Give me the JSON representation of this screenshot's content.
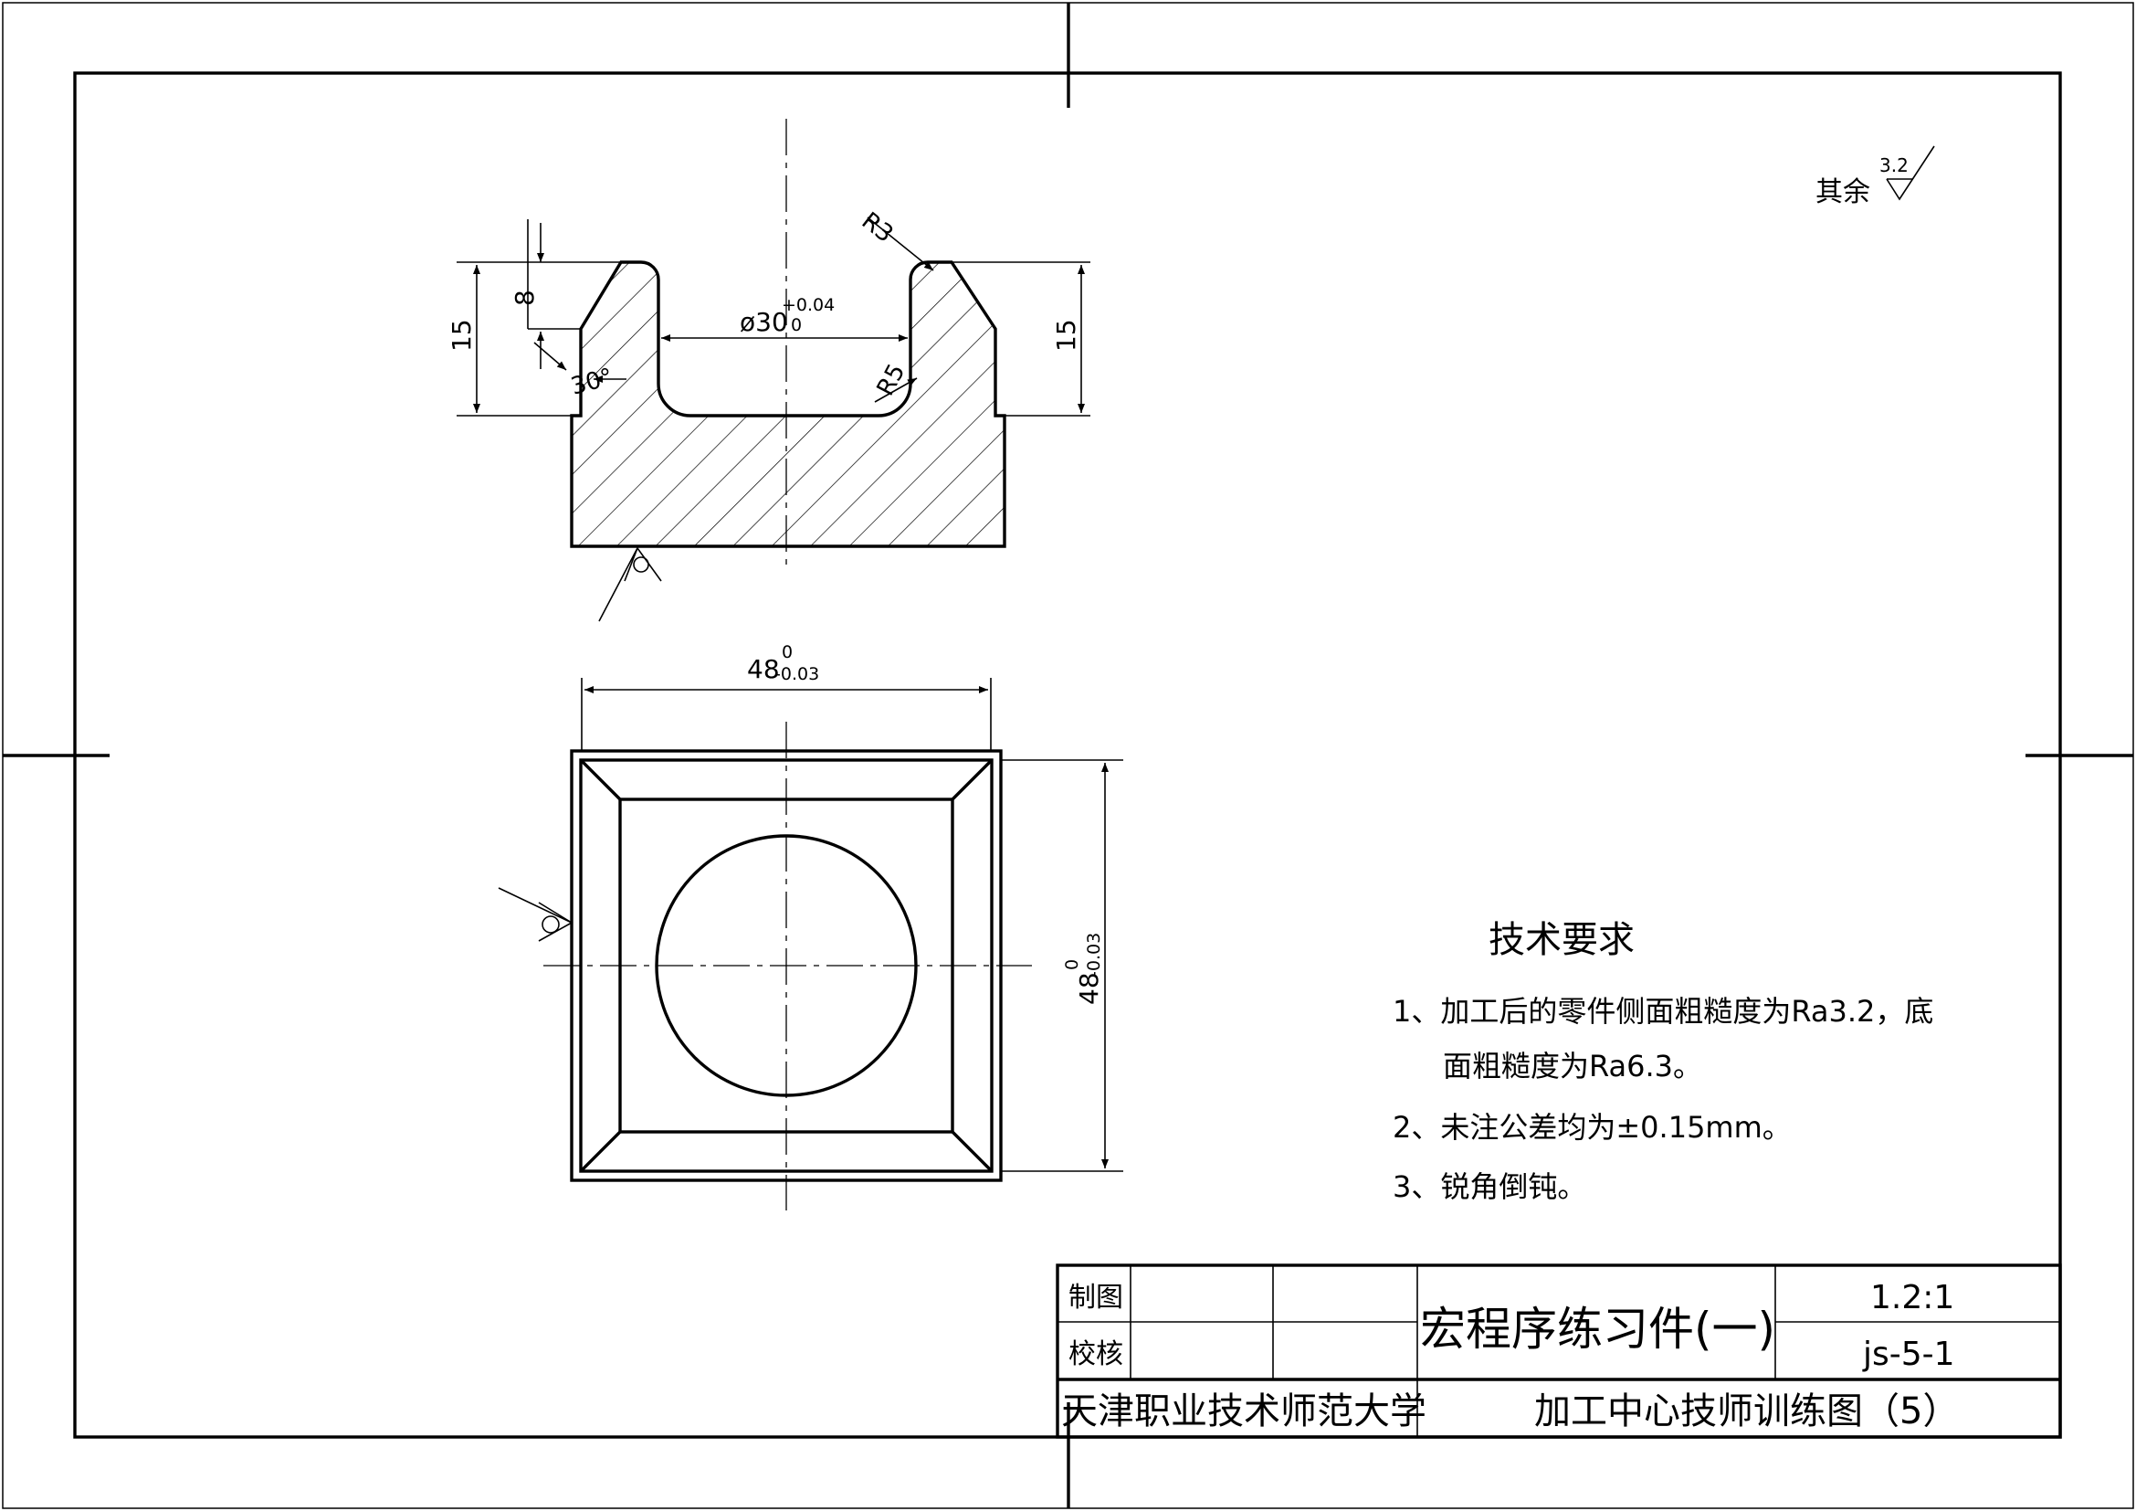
{
  "roughness_note": {
    "prefix": "其余",
    "value": "3.2"
  },
  "section_view": {
    "radius_top": "R3",
    "radius_bottom": "R5",
    "height_left": "15",
    "height_right": "15",
    "chamfer_depth": "8",
    "chamfer_angle": "30°",
    "bore_diameter": "ø30",
    "bore_tol_upper": "+0.04",
    "bore_tol_lower": "0"
  },
  "plan_view": {
    "width": "48",
    "width_tol_upper": "0",
    "width_tol_lower": "-0.03",
    "height": "48",
    "height_tol_upper": "0",
    "height_tol_lower": "-0.03"
  },
  "tech_requirements": {
    "heading": "技术要求",
    "lines": [
      "1、加工后的零件侧面粗糙度为Ra3.2，底",
      "面粗糙度为Ra6.3。",
      "2、未注公差均为±0.15mm。",
      "3、锐角倒钝。"
    ]
  },
  "title_block": {
    "drawn_label": "制图",
    "checked_label": "校核",
    "title": "宏程序练习件(一)",
    "scale": "1.2:1",
    "drawing_no": "js-5-1",
    "organization": "天津职业技术师范大学",
    "subtitle": "加工中心技师训练图（5）"
  }
}
